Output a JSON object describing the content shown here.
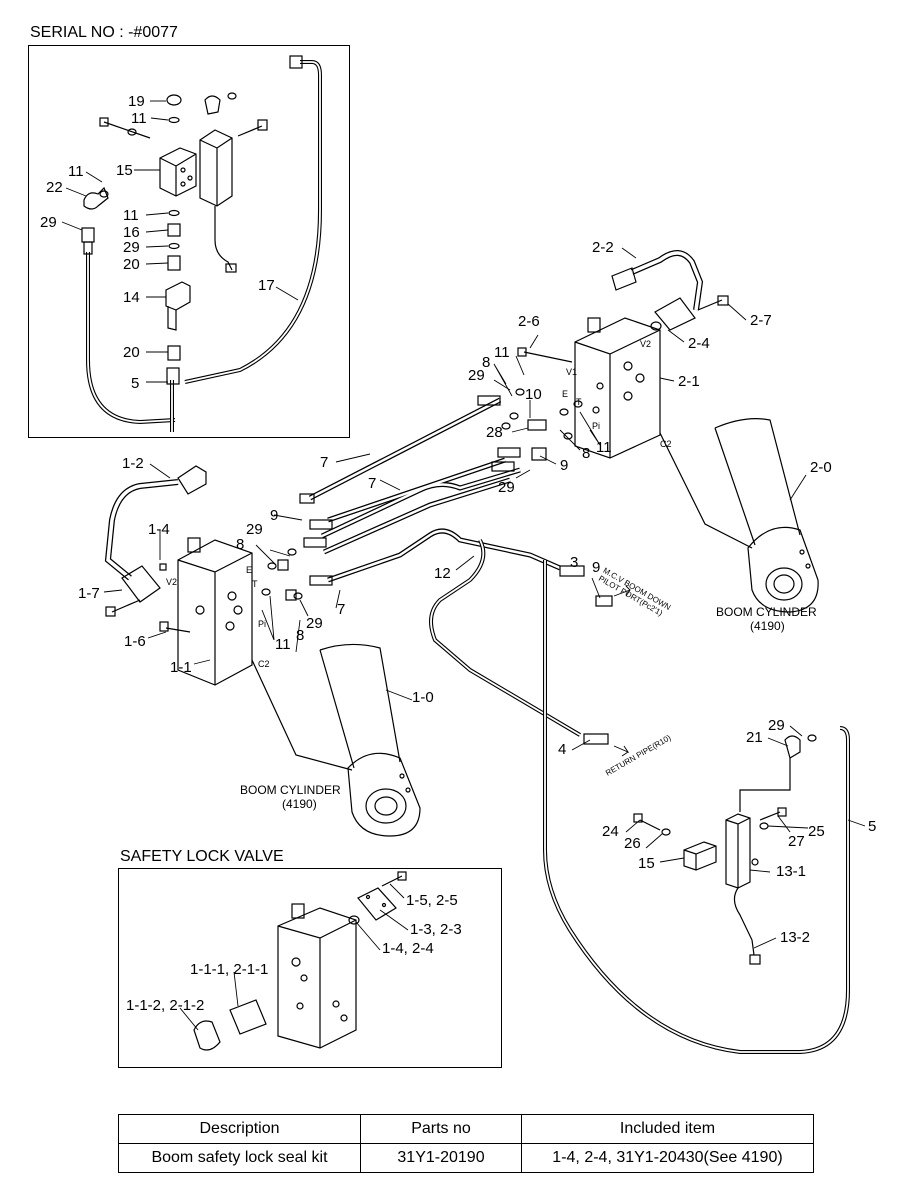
{
  "serial_header": "SERIAL NO : -#0077",
  "inset_title": "SAFETY LOCK VALVE",
  "callouts": {
    "c19": "19",
    "c11a": "11",
    "c11b": "11",
    "c15a": "15",
    "c22": "22",
    "c29a": "29",
    "c11c": "11",
    "c16": "16",
    "c29b": "29",
    "c20a": "20",
    "c14": "14",
    "c20b": "20",
    "c5a": "5",
    "c17": "17",
    "c2_2": "2-2",
    "c2_6": "2-6",
    "c2_7": "2-7",
    "c2_4": "2-4",
    "c2_1": "2-1",
    "c2_0": "2-0",
    "c11d": "11",
    "c8a": "8",
    "c29c": "29",
    "c10": "10",
    "c28": "28",
    "c8b": "8",
    "c11e": "11",
    "c9a": "9",
    "c29d": "29",
    "c7a": "7",
    "c7b": "7",
    "c7c": "7",
    "c1_2": "1-2",
    "c1_4": "1-4",
    "c1_7": "1-7",
    "c1_6": "1-6",
    "c1_1": "1-1",
    "c9b": "9",
    "c29e": "29",
    "c8c": "8",
    "c11f": "11",
    "c8d": "8",
    "c29f": "29",
    "c12": "12",
    "c3": "3",
    "c9c": "9",
    "c1_0": "1-0",
    "c4": "4",
    "c29g": "29",
    "c21": "21",
    "c24": "24",
    "c26": "26",
    "c27": "27",
    "c25": "25",
    "c5b": "5",
    "c15b": "15",
    "c13_1": "13-1",
    "c13_2": "13-2",
    "s1_5": "1-5, 2-5",
    "s1_3": "1-3, 2-3",
    "s1_4": "1-4, 2-4",
    "s1_1_1": "1-1-1, 2-1-1",
    "s1_1_2": "1-1-2, 2-1-2"
  },
  "port_marks": {
    "v1": "V1",
    "v2a": "V2",
    "e1": "E",
    "t1": "T",
    "pi1": "Pi",
    "c2a": "C2",
    "v2b": "V2",
    "e2": "E",
    "t2": "T",
    "pi2": "Pi",
    "c2b": "C2"
  },
  "boom_cylinder_right": {
    "name": "BOOM CYLINDER",
    "ref": "(4190)"
  },
  "boom_cylinder_left": {
    "name": "BOOM CYLINDER",
    "ref": "(4190)"
  },
  "pilot_port_note": [
    "M.C.V BOOM DOWN",
    "PILOT PORT(Pc2'1)"
  ],
  "return_pipe_note": "RETURN PIPE(R10)",
  "parts_table": {
    "headers": [
      "Description",
      "Parts no",
      "Included item"
    ],
    "rows": [
      [
        "Boom safety lock seal kit",
        "31Y1-20190",
        "1-4, 2-4, 31Y1-20430(See 4190)"
      ]
    ]
  }
}
